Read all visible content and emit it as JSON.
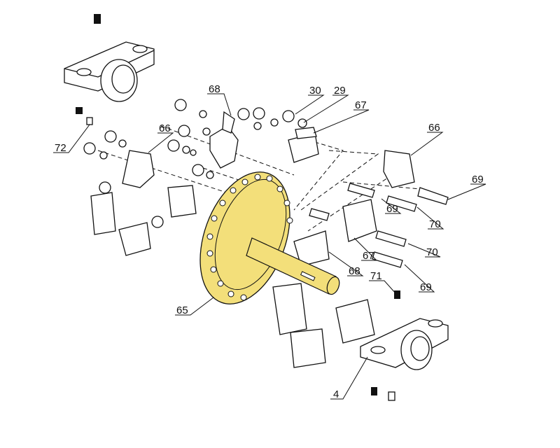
{
  "diagram": {
    "title": "Exploded rotor assembly parts diagram",
    "colors": {
      "flange": "#f3df7a",
      "line": "#111111"
    },
    "callouts": [
      {
        "id": "c68a",
        "text": "68"
      },
      {
        "id": "c30",
        "text": "30"
      },
      {
        "id": "c29",
        "text": "29"
      },
      {
        "id": "c67a",
        "text": "67"
      },
      {
        "id": "c66a",
        "text": "66"
      },
      {
        "id": "c72",
        "text": "72"
      },
      {
        "id": "c66b",
        "text": "66"
      },
      {
        "id": "c69a",
        "text": "69"
      },
      {
        "id": "c69b",
        "text": "69"
      },
      {
        "id": "c70a",
        "text": "70"
      },
      {
        "id": "c70b",
        "text": "70"
      },
      {
        "id": "c67b",
        "text": "67"
      },
      {
        "id": "c68b",
        "text": "68"
      },
      {
        "id": "c71",
        "text": "71"
      },
      {
        "id": "c69c",
        "text": "69"
      },
      {
        "id": "c65",
        "text": "65"
      },
      {
        "id": "c4",
        "text": "4"
      }
    ]
  }
}
